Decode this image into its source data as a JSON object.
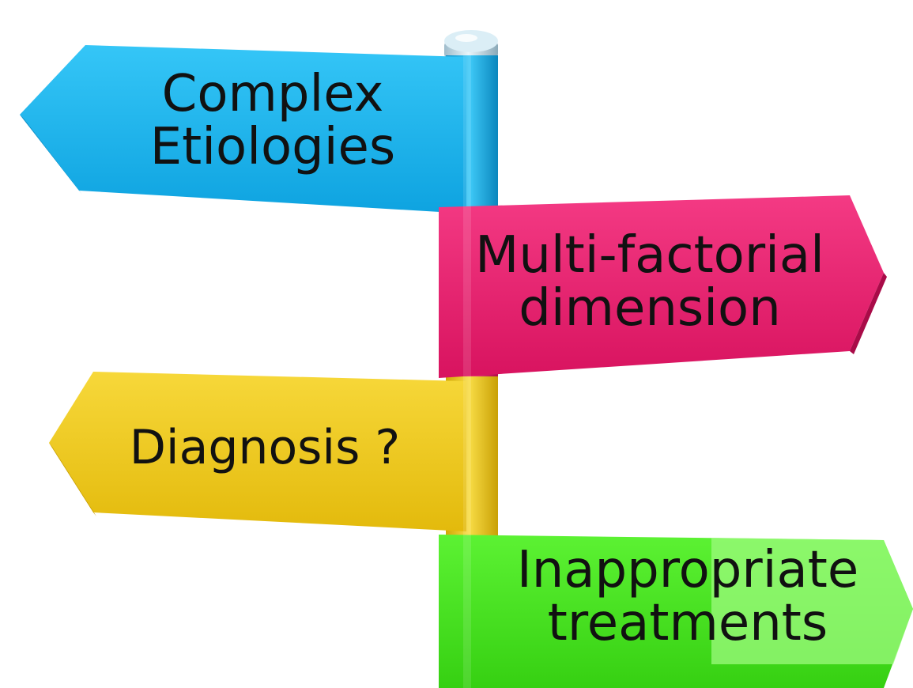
{
  "signs": [
    {
      "id": "complex-etiologies",
      "direction": "left",
      "color": "#1ab7f2",
      "lines": [
        "Complex",
        "Etiologies"
      ]
    },
    {
      "id": "multi-factorial-dimension",
      "direction": "right",
      "color": "#ee1c6e",
      "lines": [
        "Multi-factorial",
        "dimension"
      ]
    },
    {
      "id": "diagnosis",
      "direction": "left",
      "color": "#f2cd1a",
      "lines": [
        "Diagnosis ?"
      ]
    },
    {
      "id": "inappropriate-treatments",
      "direction": "right",
      "color": "#4be81e",
      "lines": [
        "Inappropriate",
        "treatments"
      ]
    }
  ],
  "post": {
    "cap_color": "#c9dfe8"
  }
}
